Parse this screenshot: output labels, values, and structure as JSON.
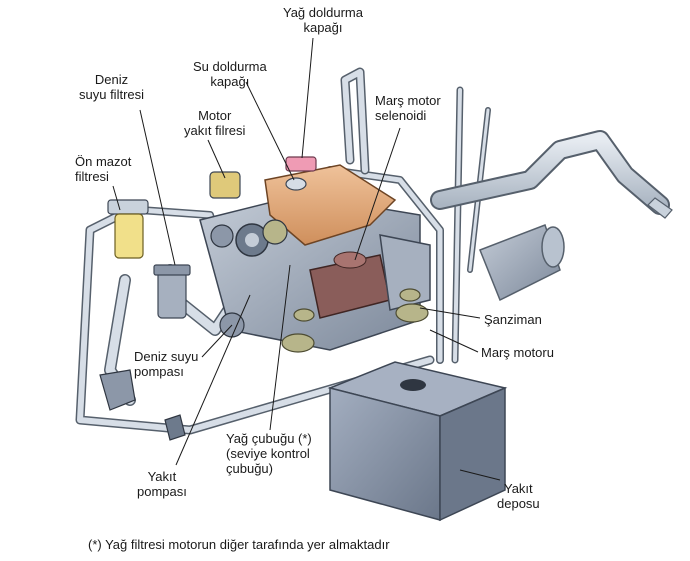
{
  "labels": {
    "yag_doldurma": [
      "Yağ doldurma",
      "kapağı"
    ],
    "su_doldurma": [
      "Su doldurma",
      "kapağı"
    ],
    "deniz_suyu_filtresi": [
      "Deniz",
      "suyu filtresi"
    ],
    "motor_yakit": [
      "Motor",
      "yakıt filresi"
    ],
    "mars_selenoid": [
      "Marş motor",
      "selenoidi"
    ],
    "on_mazot": [
      "Ön mazot",
      "filtresi"
    ],
    "sanziman": [
      "Şanziman"
    ],
    "mars_motoru": [
      "Marş motoru"
    ],
    "deniz_suyu_pompasi": [
      "Deniz suyu",
      "pompası"
    ],
    "yag_cubugu": [
      "Yağ çubuğu (*)",
      "(seviye kontrol",
      "çubuğu)"
    ],
    "yakit_pompasi": [
      "Yakıt",
      "pompası"
    ],
    "yakit_deposu": [
      "Yakıt",
      "deposu"
    ]
  },
  "footnote": "(*) Yağ filtresi motorun diğer tarafında yer almaktadır",
  "colors": {
    "pipe": "#c9d2dc",
    "pipe_edge": "#56606c",
    "tank": "#7f8b9e",
    "engine_block": "#9aa6b6",
    "head_orange": "#e2a673",
    "cap_pink": "#ef9bb4",
    "filter_yellow": "#f1e08a",
    "mount_olive": "#b7b58a",
    "starter_brown": "#8a5d5a",
    "leader": "#1a1a1a"
  }
}
